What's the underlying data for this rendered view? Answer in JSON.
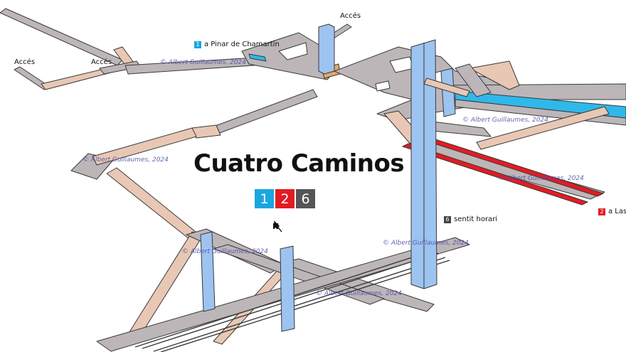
{
  "title": "Cuatro Caminos",
  "lines": [
    {
      "label": "1",
      "color": "#1aa6df"
    },
    {
      "label": "2",
      "color": "#e31b23"
    },
    {
      "label": "6",
      "color": "#555555"
    }
  ],
  "labels": {
    "acces_top": "Accés",
    "acces_left": "Accés",
    "acces_mid": "Accés",
    "line1_direction": "a Pinar de Chamartín",
    "line1_badge": "1",
    "line2_direction": "a Las R",
    "line2_badge": "2",
    "line6_direction": "sentit horari",
    "line6_badge": "6",
    "north": "N"
  },
  "watermark": "© Albert Guillaumes, 2024",
  "colors": {
    "corridor": "#bdb6b9",
    "ramp": "#e8c8b4",
    "elevator": "#9dc3f0",
    "edge": "#3a3a3a"
  }
}
